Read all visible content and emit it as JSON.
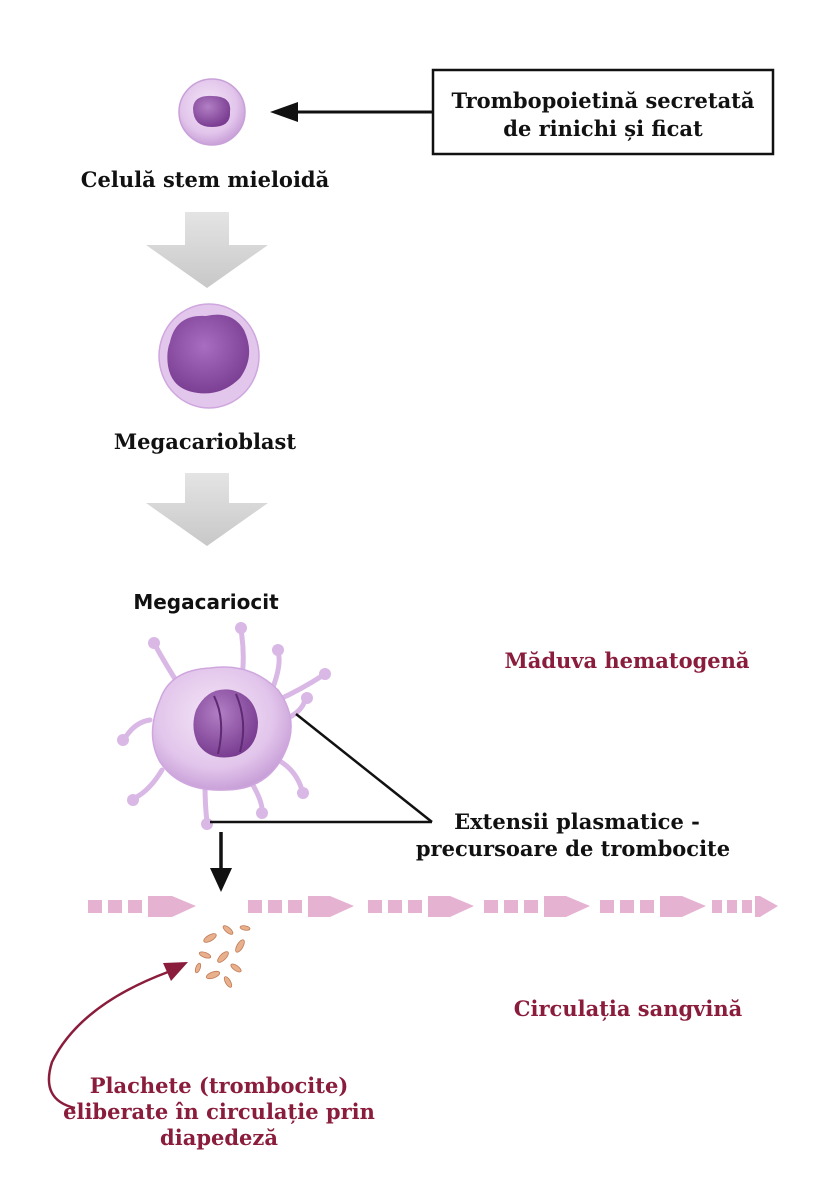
{
  "source_box": {
    "line1": "Trombopoietină secretată",
    "line2": "de rinichi și ficat"
  },
  "stages": {
    "stem_cell": "Celulă stem mieloidă",
    "megakaryoblast": "Megacarioblast",
    "megakaryocyte": "Megacariocit"
  },
  "regions": {
    "bone_marrow": "Măduva hematogenă",
    "bloodstream": "Circulația sangvină"
  },
  "extensions_label": {
    "line1": "Extensii plasmatice -",
    "line2": "precursoare de trombocite"
  },
  "platelets_label": {
    "line1": "Plachete (trombocite)",
    "line2": "eliberate în circulație prin",
    "line3": "diapedeză"
  },
  "colors": {
    "cell_membrane": "#e3c6ec",
    "nucleus": "#8e4fa5",
    "region_text": "#8a1c3c",
    "flow_arrow": "#e6b2d2",
    "step_arrow": "#d6d6d6"
  }
}
